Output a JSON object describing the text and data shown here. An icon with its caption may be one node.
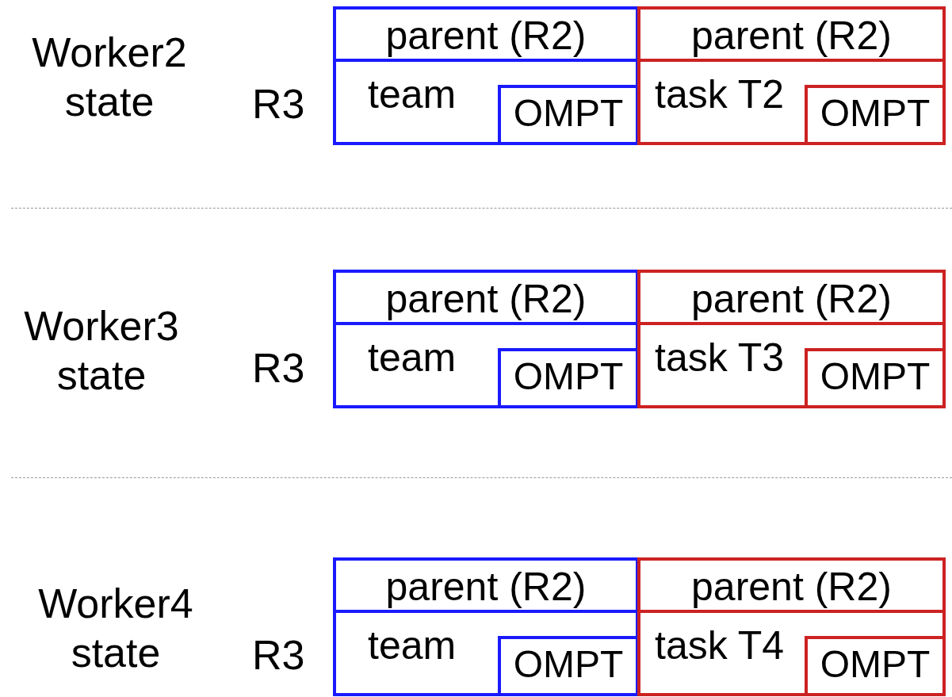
{
  "diagram": {
    "nodes": [
      {
        "text": [
          "parent (R2)",
          "team"
        ]
      },
      {
        "text": [
          "OMPT"
        ],
        "in": 0
      },
      {
        "text": [
          "parent (R2)",
          "task T2"
        ]
      },
      {
        "text": [
          "OMPT"
        ],
        "in": 2
      },
      {
        "text": [
          "parent (R2)",
          "team"
        ]
      },
      {
        "text": [
          "OMPT"
        ],
        "in": 4
      },
      {
        "text": [
          "parent (R2)",
          "task T3"
        ]
      },
      {
        "text": [
          "OMPT"
        ],
        "in": 6
      },
      {
        "text": [
          "parent (R2)",
          "team"
        ]
      },
      {
        "text": [
          "OMPT"
        ],
        "in": 8
      },
      {
        "text": [
          "parent (R2)",
          "task T4"
        ]
      },
      {
        "text": [
          "OMPT"
        ],
        "in": 10
      }
    ],
    "labels": [
      "Worker2 state",
      "R3",
      "Worker3 state",
      "R3",
      "Worker4 state",
      "R3"
    ]
  }
}
